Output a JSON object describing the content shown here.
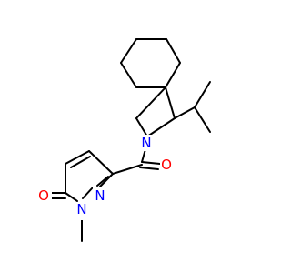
{
  "molecule": {
    "colors": {
      "bond": "#000000",
      "oxygen": "#ff0000",
      "nitrogen": "#0000ff"
    },
    "labels": {
      "carbonyl_oxygen": "O",
      "ring_oxygen": "O",
      "azetidine_nitrogen": "N",
      "ring_nitrogen_1": "N",
      "ring_nitrogen_2": "N"
    }
  }
}
